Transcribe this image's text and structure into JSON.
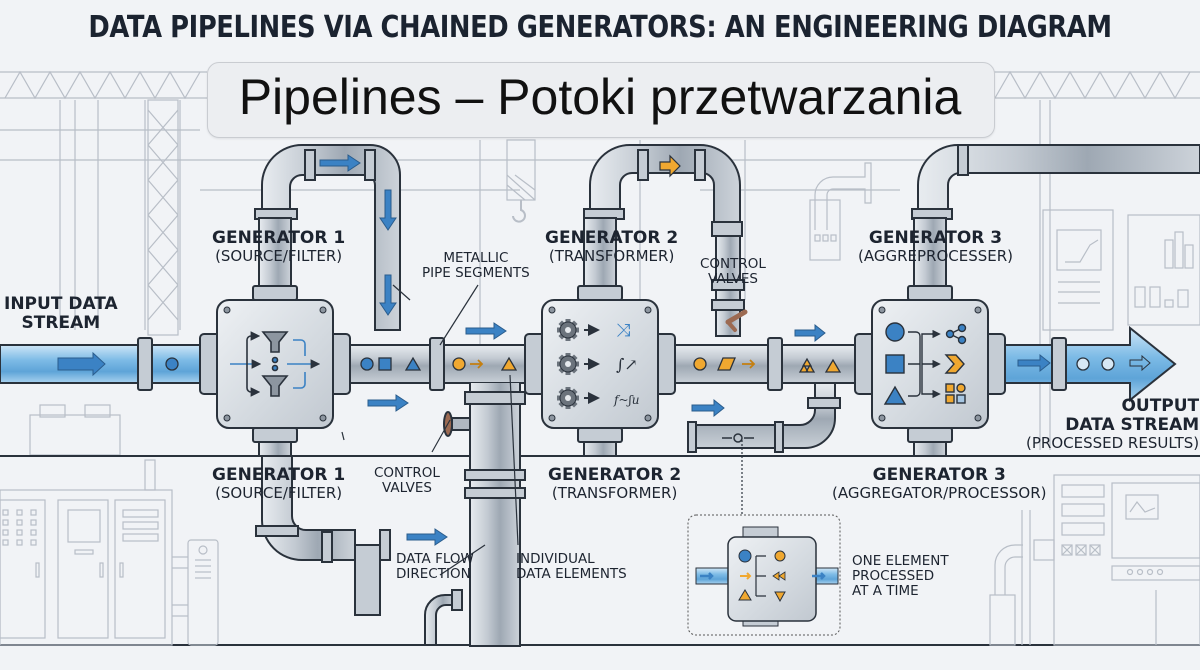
{
  "title": "DATA PIPELINES VIA CHAINED GENERATORS: AN ENGINEERING DIAGRAM",
  "subtitle": "Pipelines – Potoki przetwarzania",
  "colors": {
    "background": "#f1f3f6",
    "pipe_metal": "#b9c2cc",
    "pipe_stream": "#6fb1e0",
    "arrow_blue": "#3b82c4",
    "element_orange": "#f0a830",
    "outline": "#2a323c",
    "blueprint_line": "#b5bcc6"
  },
  "input": {
    "label_line1": "INPUT DATA",
    "label_line2": "STREAM"
  },
  "output": {
    "label_line1": "OUTPUT",
    "label_line2": "DATA STREAM",
    "label_line3": "(PROCESSED RESULTS)"
  },
  "generators_top": [
    {
      "name": "GENERATOR 1",
      "role": "(SOURCE/FILTER)"
    },
    {
      "name": "GENERATOR 2",
      "role": "(TRANSFORMER)"
    },
    {
      "name": "GENERATOR 3",
      "role": "(AGGREPROCESSER)"
    }
  ],
  "generators_bottom": [
    {
      "name": "GENERATOR 1",
      "role": "(SOURCE/FILTER)"
    },
    {
      "name": "GENERATOR 2",
      "role": "(TRANSFORMER)"
    },
    {
      "name": "GENERATOR 3",
      "role": "(AGGREGATOR/PROCESSOR)"
    }
  ],
  "annotations": {
    "metallic_pipes_line1": "METALLIC",
    "metallic_pipes_line2": "PIPE SEGMENTS",
    "control_valves_top_line1": "CONTROL",
    "control_valves_top_line2": "VALVES",
    "control_valves_bottom_line1": "CONTROL",
    "control_valves_bottom_line2": "VALVES",
    "data_flow_line1": "DATA FLOW",
    "data_flow_line2": "DIRECTION",
    "individual_elements_line1": "INDIVIDUAL",
    "individual_elements_line2": "DATA ELEMENTS",
    "one_element_line1": "ONE ELEMENT",
    "one_element_line2": "PROCESSED",
    "one_element_line3": "AT A TIME"
  },
  "icons": {
    "generator1": [
      "funnel-icon",
      "funnel-icon",
      "split-arrows-icon"
    ],
    "generator2": [
      "gear-icon",
      "shuffle-icon",
      "integral-icon",
      "function-icon"
    ],
    "generator3": [
      "circle-icon",
      "square-icon",
      "triangle-icon",
      "share-nodes-icon",
      "chevron-icon",
      "grid-icon"
    ]
  },
  "data_elements": {
    "stage1": [
      "circle",
      "square",
      "triangle"
    ],
    "stage2": [
      "circle",
      "triangle"
    ],
    "stage3": [
      "circle",
      "parallelogram"
    ],
    "output": [
      "circle",
      "circle"
    ]
  }
}
